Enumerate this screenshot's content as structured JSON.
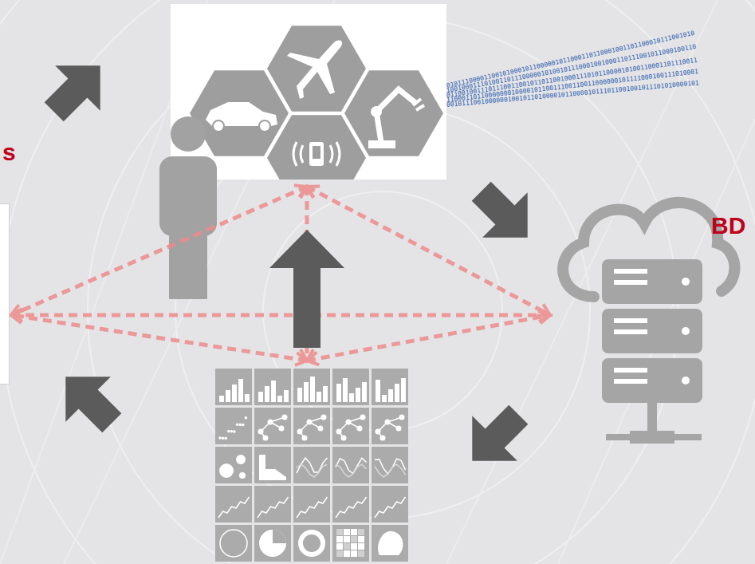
{
  "diagram": {
    "nodes": [
      {
        "text": [
          "s"
        ]
      }
    ],
    "labels": [
      "BD",
      "010111000011001010001011000001011000110110001001101100010111001010",
      "100100011101001101110000010100101110001001000110111001011000100110",
      "011001001110111001100101101100100011101011000010100110001101110011",
      "110001101100000001000010110011100110011000000101111000100111010001",
      "001011100100000010010110100001011000010111011001001011101010000101"
    ]
  }
}
